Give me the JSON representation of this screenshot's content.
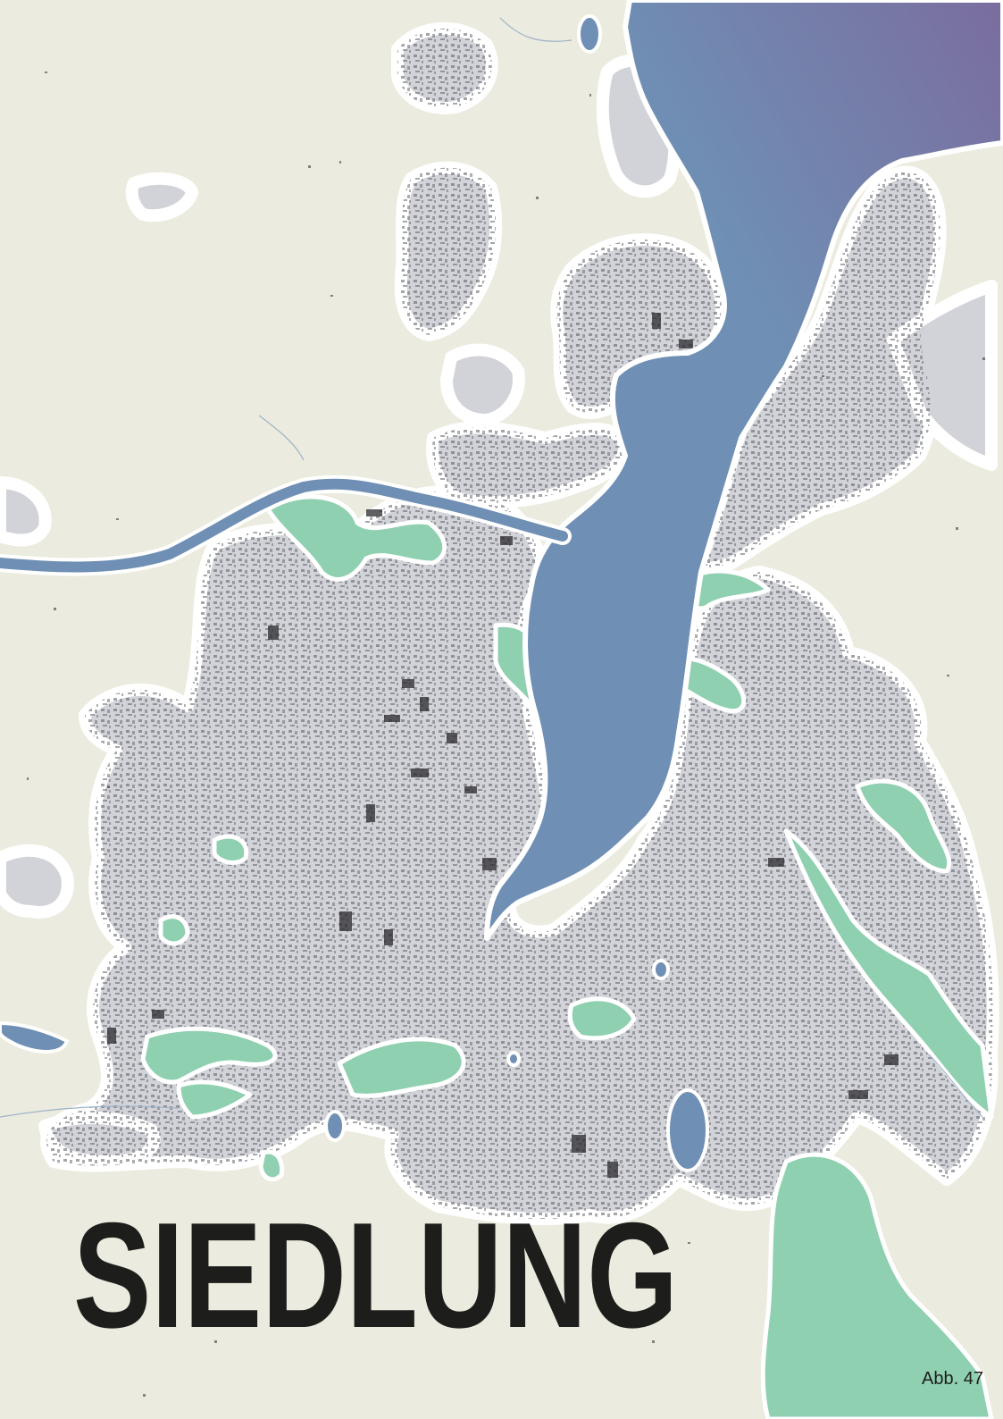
{
  "title": "SIEDLUNG",
  "figure_label": "Abb. 47",
  "colors": {
    "land": "#ebebdf",
    "settlement": "#d2d3d8",
    "buffer": "#ffffff",
    "water": "#6f8fb4",
    "water_deep": "#7a6d9e",
    "green": "#8fd0b0",
    "buildings": "#2a2a2e",
    "text": "#1d1d1b"
  },
  "legend_icons": [
    "water-body",
    "settlement-area",
    "green-space",
    "building-footprint"
  ]
}
